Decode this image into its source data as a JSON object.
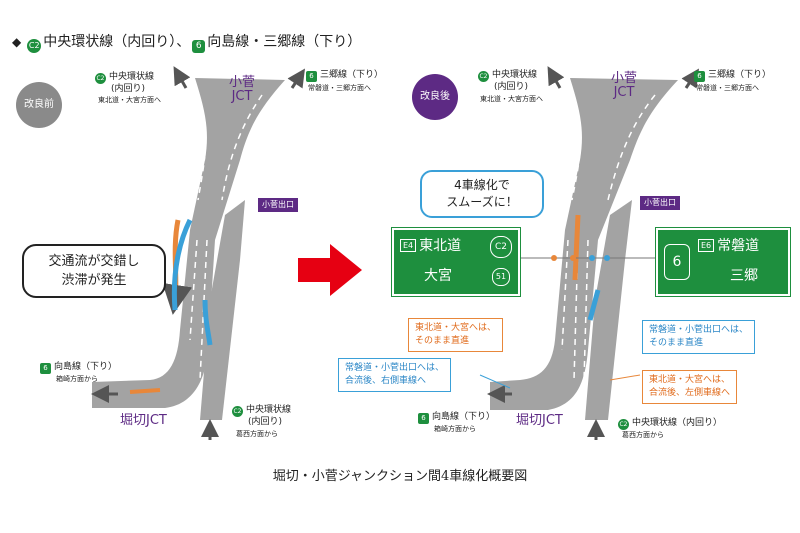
{
  "heading": {
    "ring_icon": "C2",
    "part1": "中央環状線（内回り）、",
    "route_icon": "6",
    "part2": "向島線・三郷線（下り）"
  },
  "before": {
    "badge": "改良前",
    "c2_label": "中央環状線",
    "c2_label2": "(内回り)",
    "c2_dest": "東北道・大宮方面へ",
    "jct_top": "小菅",
    "jct_top2": "JCT",
    "r6_label": "三郷線（下り）",
    "r6_dest": "常磐道・三郷方面へ",
    "exit": "小菅出口",
    "bubble_line1": "交通流が交錯し",
    "bubble_line2": "渋滞が発生",
    "mukojima": "向島線（下り）",
    "mukojima_from": "箱崎方面から",
    "c2_bottom": "中央環状線",
    "c2_bottom2": "(内回り)",
    "c2_bottom_from": "葛西方面から",
    "jct_bottom": "堀切JCT"
  },
  "after": {
    "badge": "改良後",
    "c2_label": "中央環状線",
    "c2_label2": "(内回り)",
    "c2_dest": "東北道・大宮方面へ",
    "jct_top": "小菅",
    "jct_top2": "JCT",
    "r6_label": "三郷線（下り）",
    "r6_dest": "常磐道・三郷方面へ",
    "exit": "小菅出口",
    "bubble_line1": "4車線化で",
    "bubble_line2": "スムーズに！",
    "sign_left_route": "E4",
    "sign_left_name": "東北道",
    "sign_left_ring": "C2",
    "sign_left_city": "大宮",
    "sign_left_num": "51",
    "sign_right_badge": "6",
    "sign_right_route": "E6",
    "sign_right_name": "常磐道",
    "sign_right_city": "三郷",
    "note_o1_line1": "東北道・大宮へは、",
    "note_o1_line2": "そのまま直進",
    "note_b1_line1": "常磐道・小菅出口へは、",
    "note_b1_line2": "合流後、右側車線へ",
    "note_b2_line1": "常磐道・小菅出口へは、",
    "note_b2_line2": "そのまま直進",
    "note_o2_line1": "東北道・大宮へは、",
    "note_o2_line2": "合流後、左側車線へ",
    "mukojima": "向島線（下り）",
    "mukojima_from": "箱崎方面から",
    "c2_bottom": "中央環状線（内回り）",
    "c2_bottom_from": "葛西方面から",
    "jct_bottom": "堀切JCT"
  },
  "caption": "堀切・小菅ジャンクション間4車線化概要図",
  "colors": {
    "road": "#a3a3a3",
    "lane_line": "#ffffff",
    "green_sign": "#1e8f3e",
    "purple": "#5d2a84",
    "orange": "#e8873a",
    "blue": "#3aa0d8",
    "arrow_red": "#e60012"
  }
}
